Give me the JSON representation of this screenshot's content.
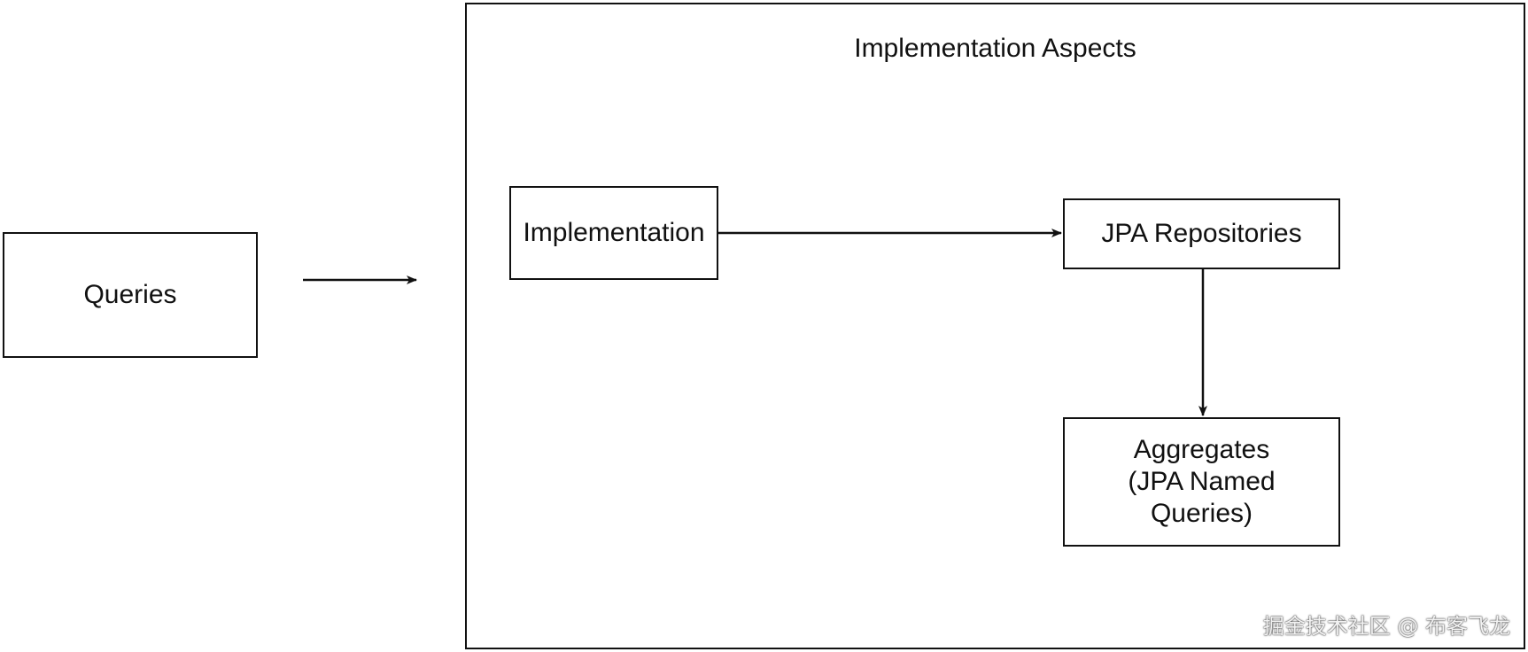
{
  "container": {
    "title": "Implementation Aspects"
  },
  "nodes": {
    "queries": "Queries",
    "implementation": "Implementation",
    "jpa_repositories": "JPA Repositories",
    "aggregates": [
      "Aggregates",
      "(JPA Named",
      "Queries)"
    ]
  },
  "edges": [
    {
      "from": "queries",
      "to": "implementation-aspects"
    },
    {
      "from": "implementation",
      "to": "jpa_repositories"
    },
    {
      "from": "jpa_repositories",
      "to": "aggregates"
    }
  ],
  "watermark": "掘金技术社区 @ 布客飞龙",
  "colors": {
    "stroke": "#111111",
    "background": "#ffffff"
  }
}
